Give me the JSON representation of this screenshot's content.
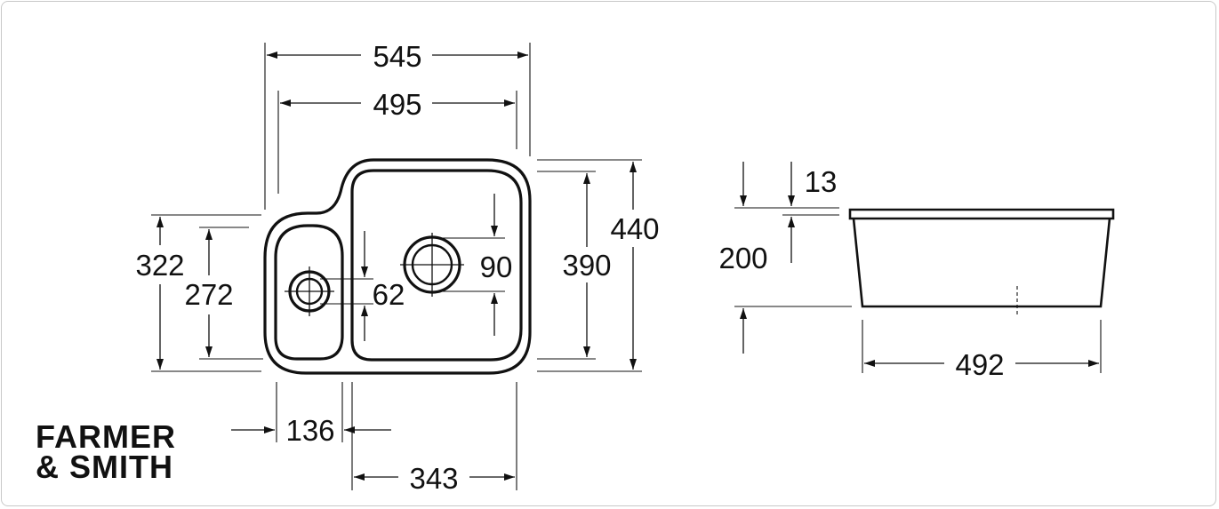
{
  "brand": {
    "line1": "FARMER",
    "line2": "& SMITH"
  },
  "dimensions": {
    "overall_width": "545",
    "inner_width": "495",
    "overall_depth": "440",
    "large_bowl_depth": "390",
    "small_bowl_outer_depth": "322",
    "small_bowl_inner_depth": "272",
    "large_waste": "90",
    "small_waste": "62",
    "small_bowl_width": "136",
    "large_bowl_width": "343",
    "rim": "13",
    "bowl_height": "200",
    "side_width": "492"
  }
}
